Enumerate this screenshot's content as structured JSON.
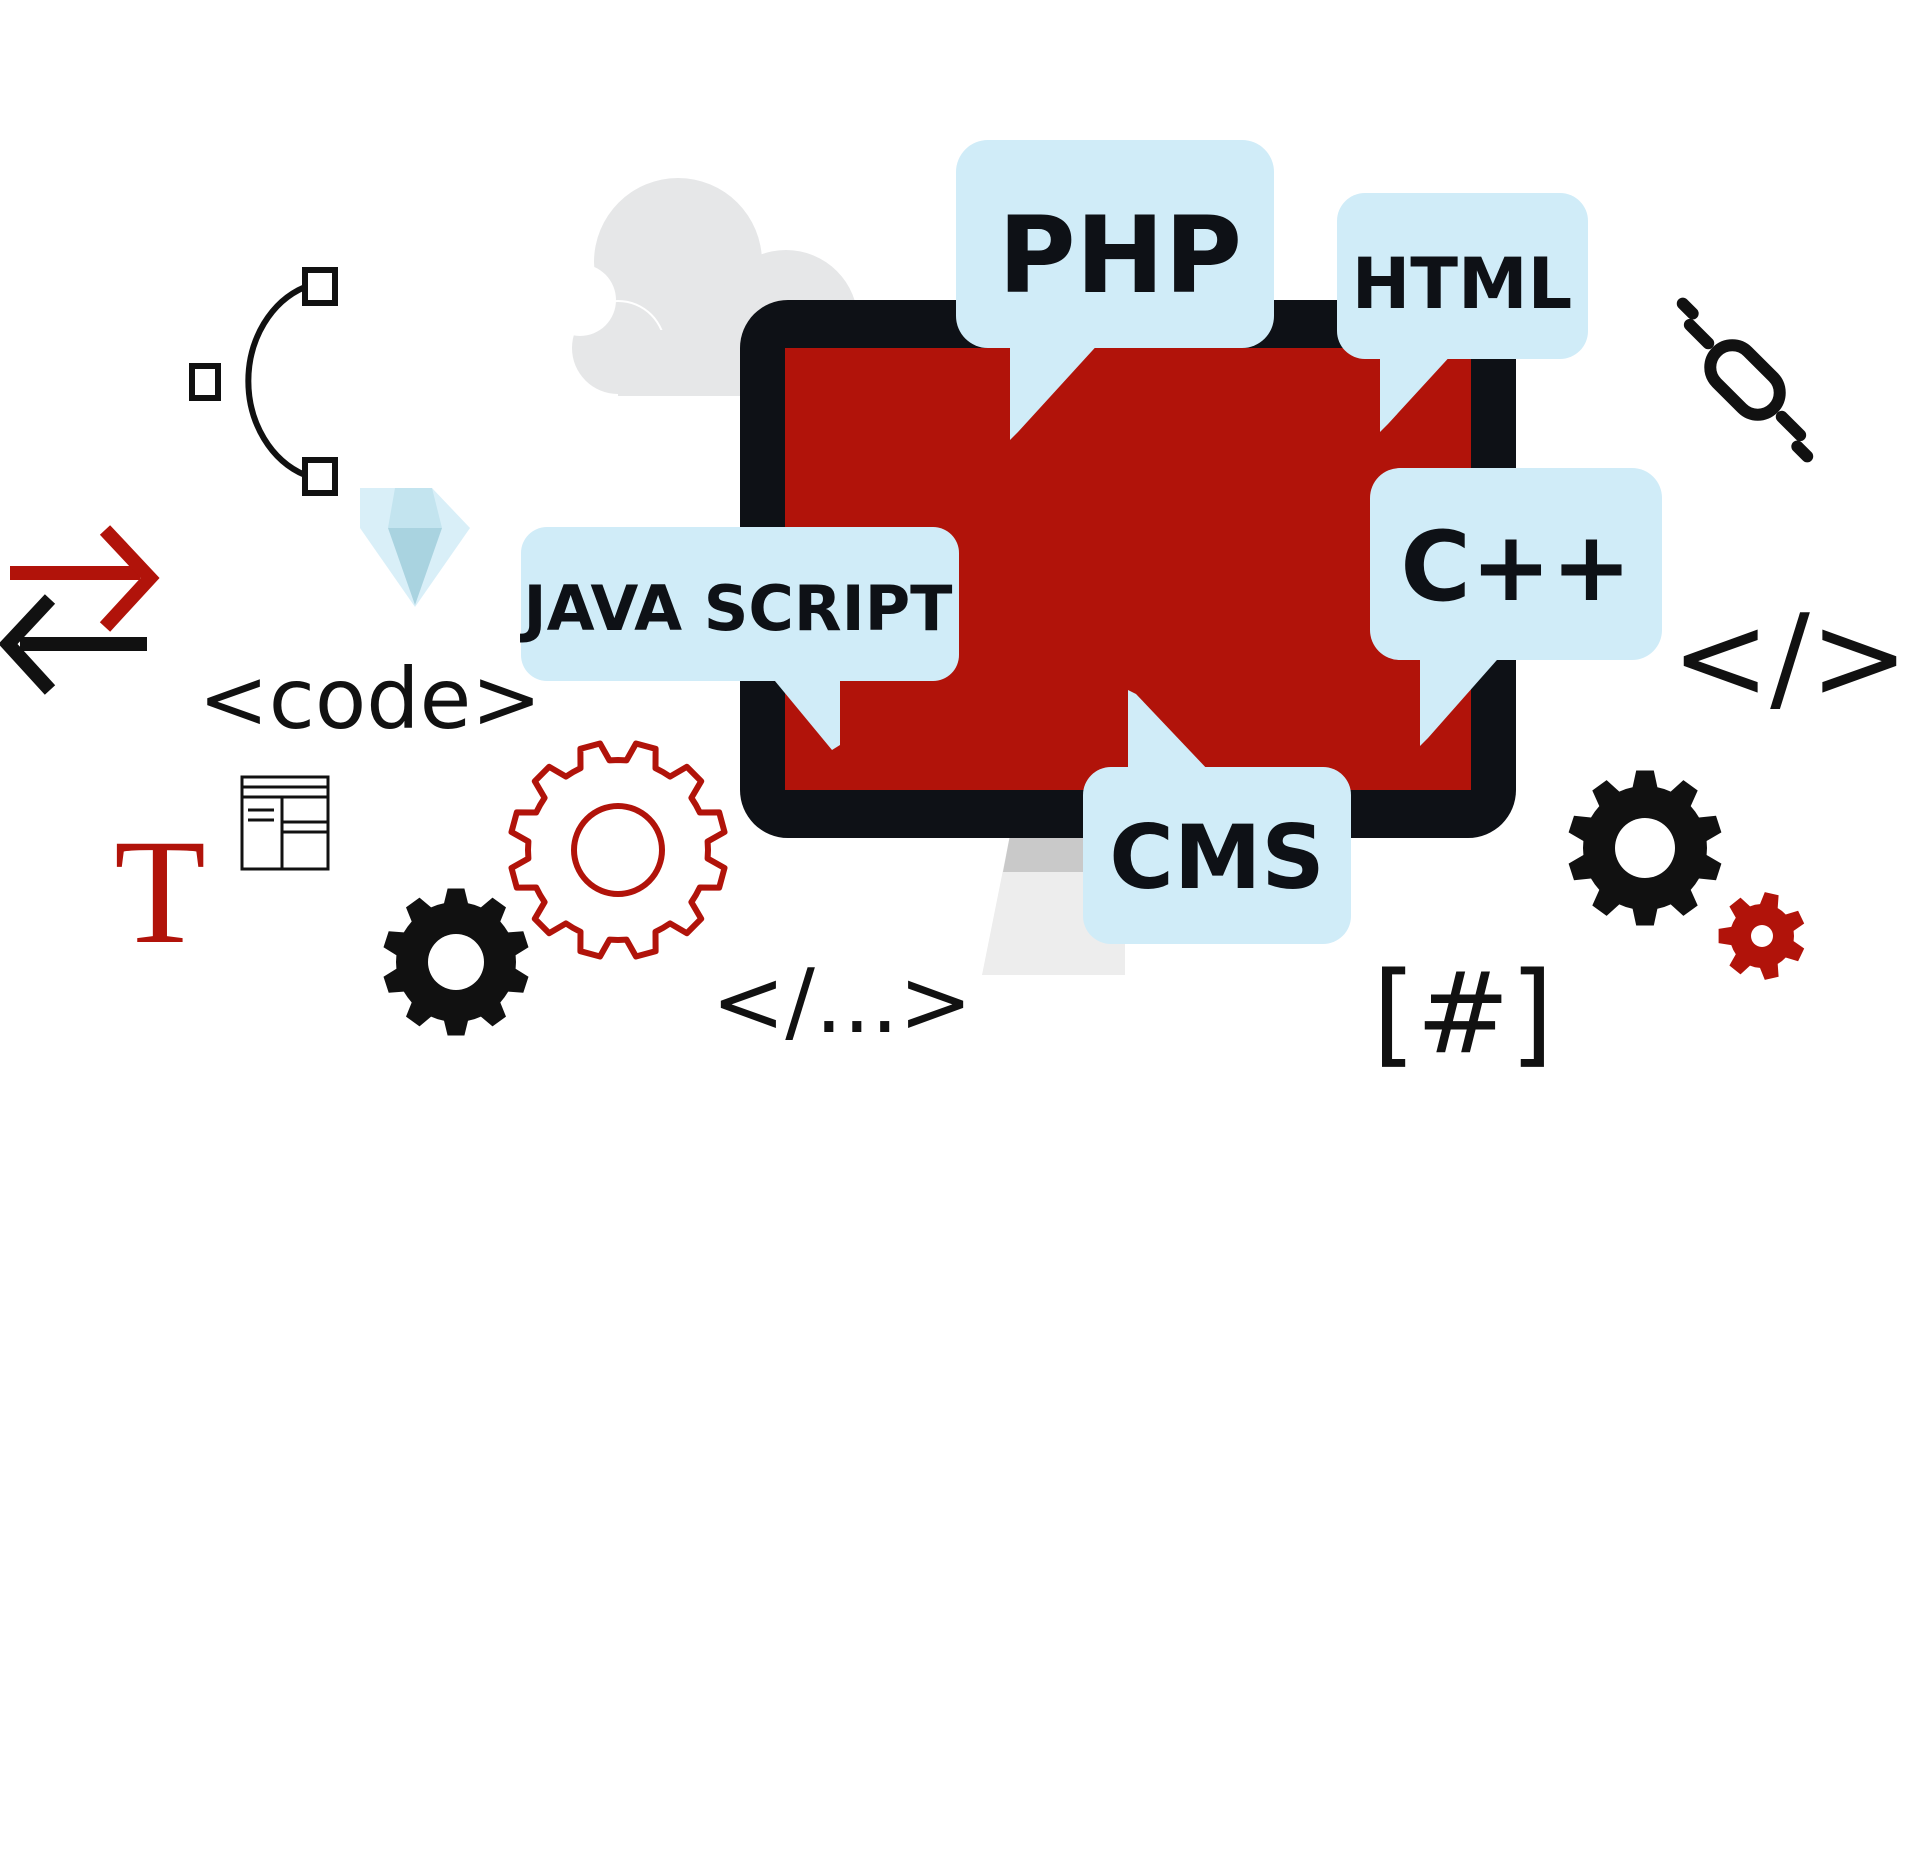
{
  "bubbles": {
    "php": "PHP",
    "html": "HTML",
    "cpp": "C++",
    "javascript": "JAVA SCRIPT",
    "cms": "CMS"
  },
  "snippets": {
    "code_tag": "<code>",
    "close_tag": "</>",
    "ellipsis_tag": "</...>",
    "hash_bracket": "[#]",
    "font_t": "T"
  },
  "colors": {
    "screen_red": "#b1130a",
    "bezel_dark": "#0e1116",
    "bubble_blue": "#d0ecf8",
    "cloud_grey": "#e6e7e8",
    "accent_red": "#b1130a",
    "ink": "#111111"
  },
  "icons": [
    "bezier-curve-icon",
    "diamond-icon",
    "swap-arrows-icon",
    "code-tag-icon",
    "font-t-icon",
    "layout-grid-icon",
    "cloud-icon",
    "monitor-icon",
    "gear-icon",
    "chain-link-icon",
    "close-tag-icon",
    "hash-bracket-icon"
  ]
}
